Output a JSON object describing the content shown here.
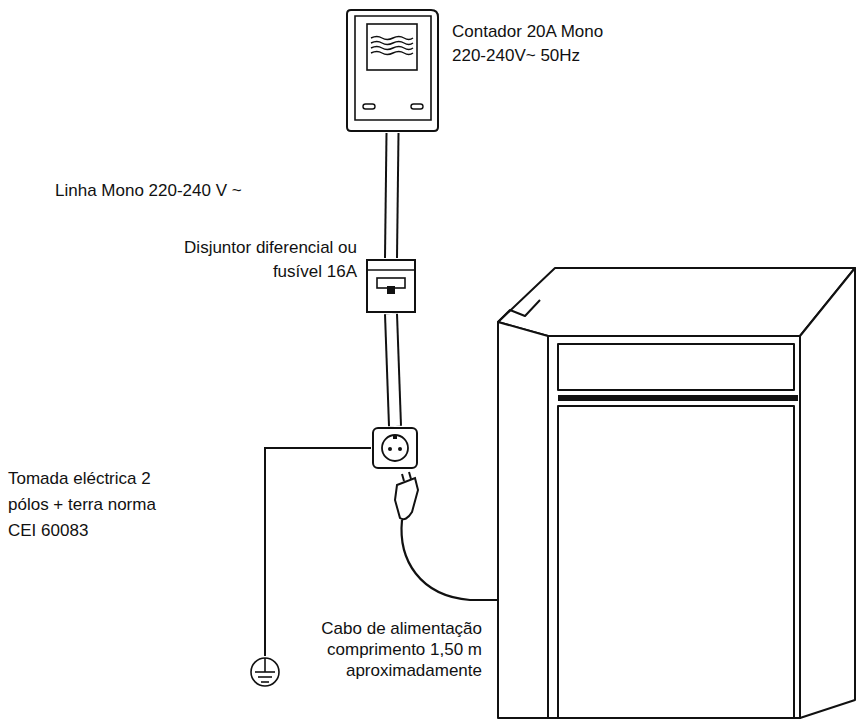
{
  "diagram": {
    "nodes": [
      {
        "text": [
          "Contador 20A Mono 220-240V~ 50Hz"
        ]
      },
      {
        "text": [
          "Disjuntor diferencial ou fusível 16A"
        ]
      },
      {
        "text": [
          "Tomada eléctrica 2 pólos + terra norma CEI 60083"
        ]
      }
    ],
    "edges": [
      {
        "from": 0,
        "to": 1,
        "arrow": "none",
        "label": "Linha Mono 220-240 V ~"
      },
      {
        "from": 1,
        "to": 2,
        "arrow": "none"
      }
    ],
    "labels": [
      "Cabo de alimentação comprimento 1,50 m aproximadamente"
    ]
  }
}
